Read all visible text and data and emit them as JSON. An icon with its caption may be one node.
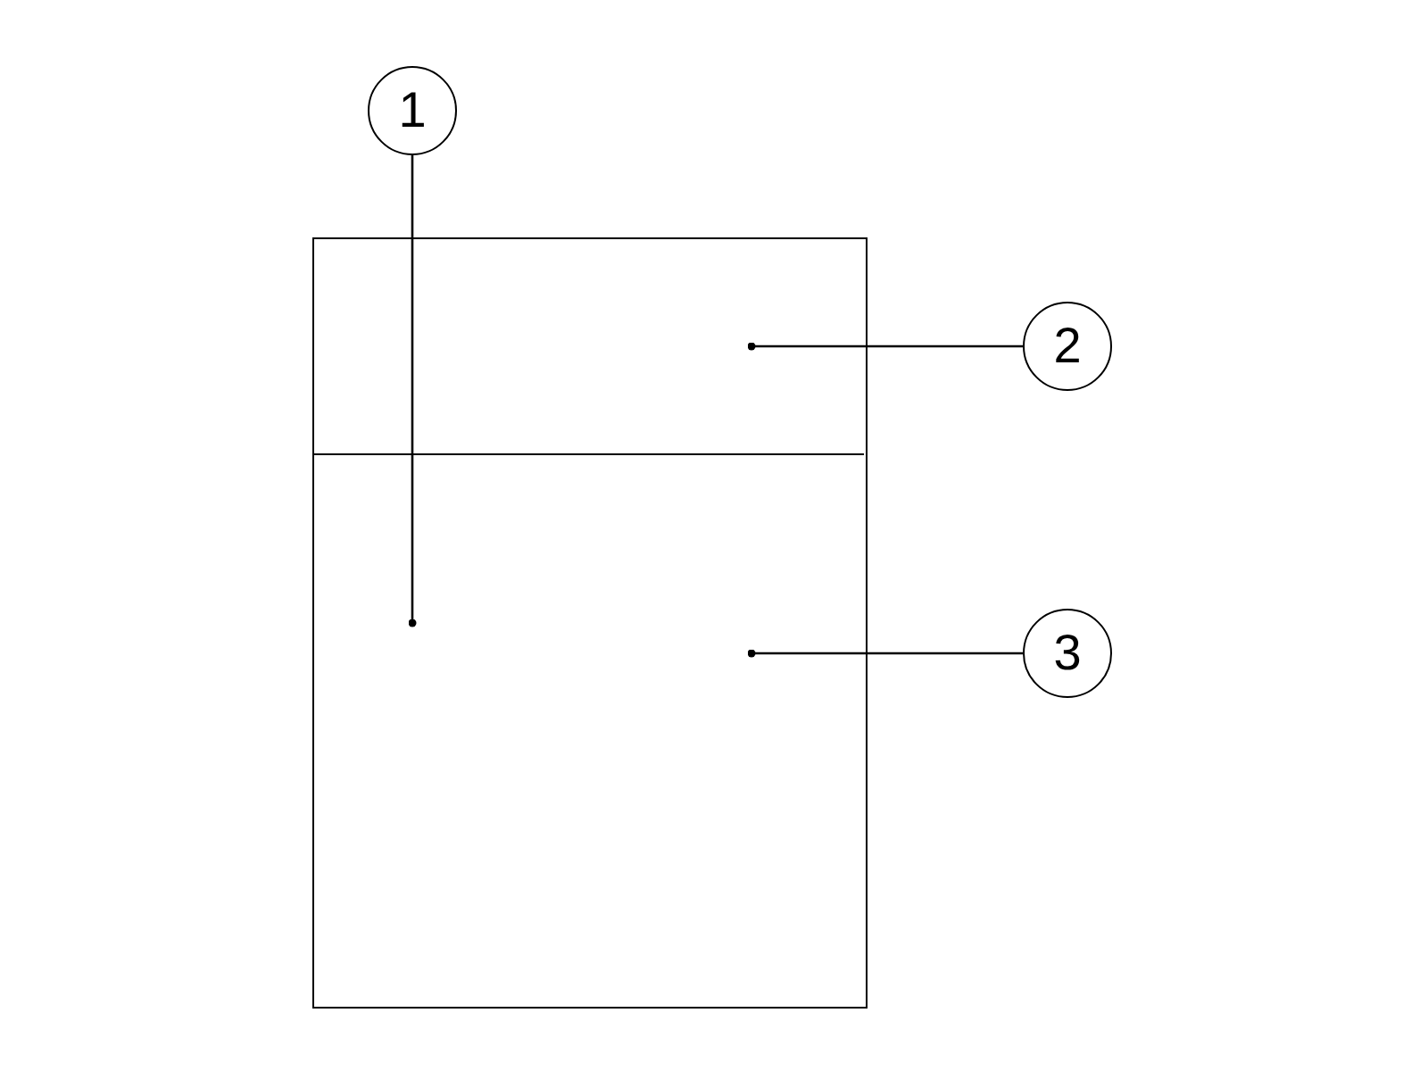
{
  "diagram": {
    "nodes": [
      {
        "text": [
          "1"
        ]
      },
      {
        "text": [
          "2"
        ]
      },
      {
        "text": [
          "3"
        ]
      },
      {
        "text": [],
        "shape": "box"
      },
      {
        "text": [],
        "shape": "box",
        "in": 3
      },
      {
        "text": [],
        "shape": "box",
        "in": 3
      }
    ],
    "edges": [
      {
        "from": 0,
        "to": 3,
        "arrow": "other"
      },
      {
        "from": 1,
        "to": 4,
        "arrow": "other"
      },
      {
        "from": 2,
        "to": 5,
        "arrow": "other"
      }
    ]
  }
}
